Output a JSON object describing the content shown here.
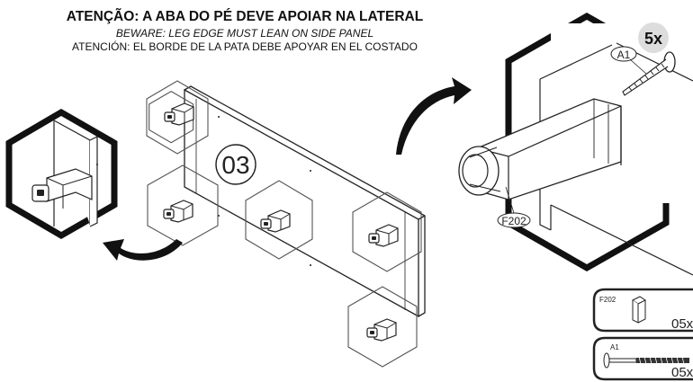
{
  "header": {
    "warning_pt": "ATENÇÃO: A ABA DO PÉ DEVE APOIAR NA LATERAL",
    "warning_en": "BEWARE: LEG EDGE MUST LEAN ON SIDE PANEL",
    "warning_es": "ATENCIÓN: EL BORDE DE LA PATA DEBE APOYAR EN EL COSTADO"
  },
  "step": {
    "number": "03"
  },
  "detail": {
    "quantity": "5x",
    "screw_label": "A1",
    "leg_label": "F202"
  },
  "parts": [
    {
      "code": "F202",
      "qty": "05x"
    },
    {
      "code": "A1",
      "qty": "05x"
    }
  ]
}
